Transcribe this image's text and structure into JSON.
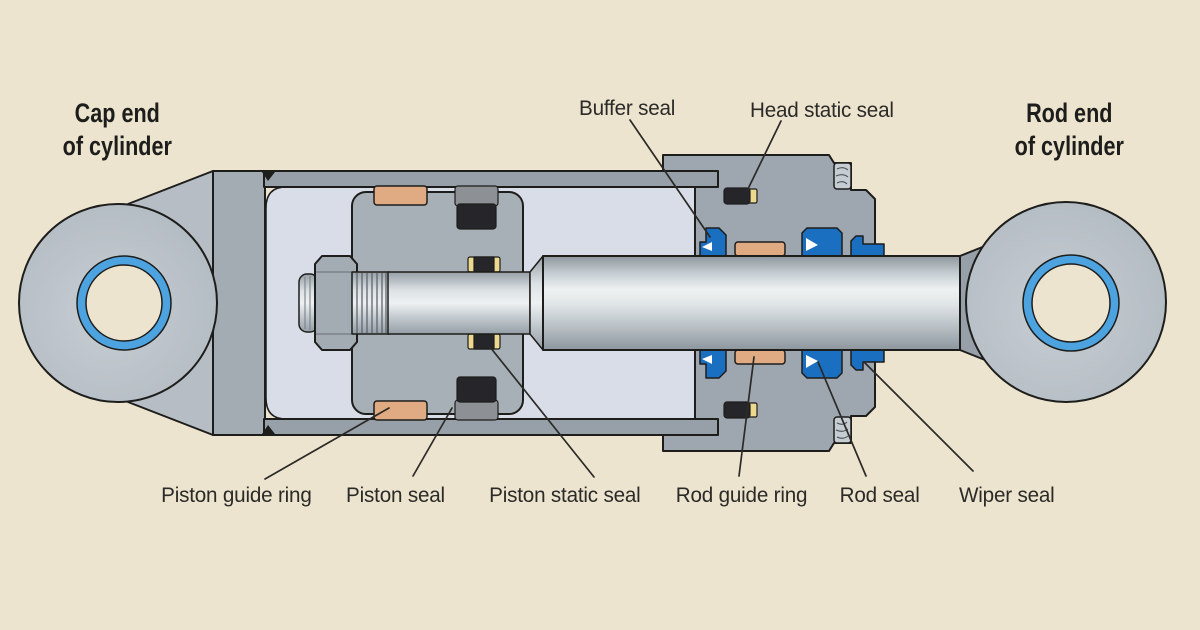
{
  "headings": {
    "cap_end": {
      "line1": "Cap end",
      "line2": "of cylinder"
    },
    "rod_end": {
      "line1": "Rod end",
      "line2": "of cylinder"
    }
  },
  "labels": {
    "buffer_seal": "Buffer seal",
    "head_static_seal": "Head static seal",
    "piston_guide_ring": "Piston guide ring",
    "piston_seal": "Piston seal",
    "piston_static_seal": "Piston static seal",
    "rod_guide_ring": "Rod guide ring",
    "rod_seal": "Rod seal",
    "wiper_seal": "Wiper seal"
  },
  "colors": {
    "bg": "#ece4cf",
    "outline": "#1d1d1b",
    "steel": "#b6bdc4",
    "slab": "#a3abb3",
    "tube": "#97a0a8",
    "gland": "#9ea7b0",
    "piston": "#a7afb7",
    "bore": "#d9dde8",
    "tan": "#e0ab83",
    "seal_blue": "#1a6fc0",
    "bushing_blue": "#4da3e0",
    "seal_black": "#26262a",
    "backup_yellow": "#ecd98f",
    "seal_gray": "#8d9195",
    "screw": "#c6cdd2",
    "label_color": "#2b2a27",
    "heading_color": "#1d1d1b"
  }
}
